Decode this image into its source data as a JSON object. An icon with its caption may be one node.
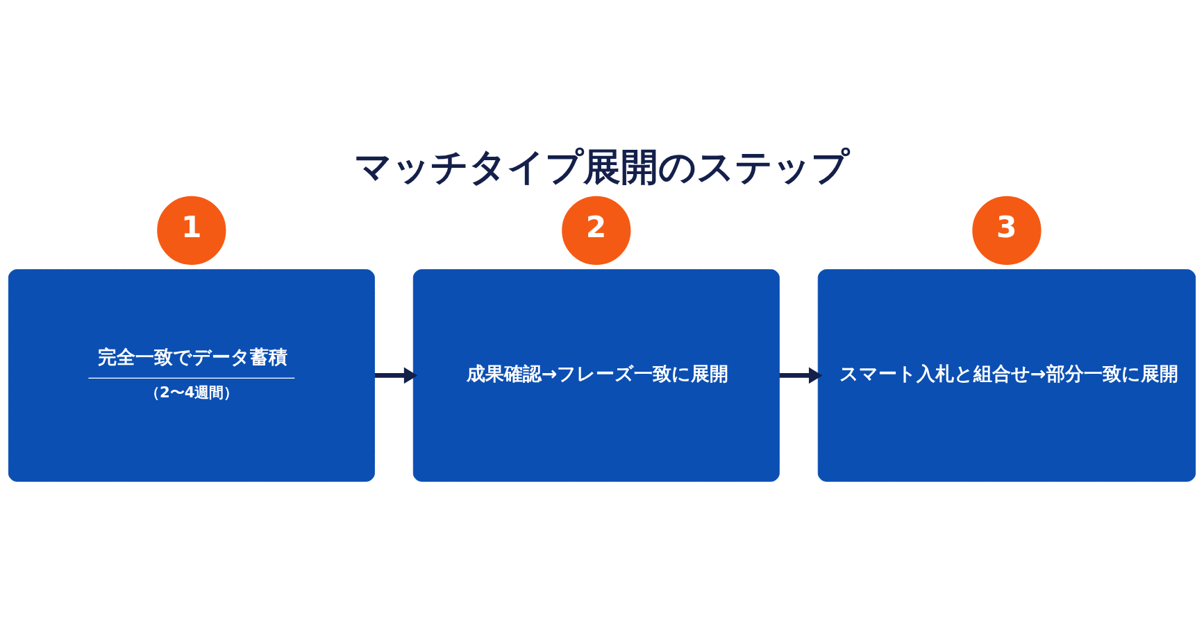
{
  "diagram": {
    "title": "マッチタイプ展開のステップ",
    "nodes": [
      {
        "text": [
          "1"
        ]
      },
      {
        "text": [
          "完全一致でデータ蓄積",
          "（2〜4週間）"
        ]
      },
      {
        "text": [
          "2"
        ]
      },
      {
        "text": [
          "成果確認→フレーズ一致に展開"
        ]
      },
      {
        "text": [
          "3"
        ]
      },
      {
        "text": [
          "スマート入札と組合せ→部分一致に展開"
        ]
      }
    ],
    "edges": [
      {
        "from": 1,
        "to": 3,
        "arrow": "to"
      },
      {
        "from": 3,
        "to": 5,
        "arrow": "to"
      }
    ]
  }
}
